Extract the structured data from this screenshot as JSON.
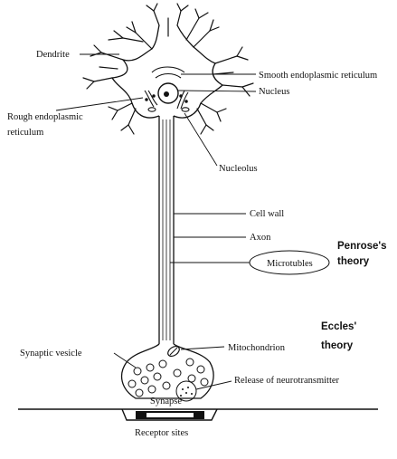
{
  "labels": {
    "dendrite": "Dendrite",
    "smooth_er": "Smooth endoplasmic reticulum",
    "nucleus": "Nucleus",
    "rough_er_line1": "Rough endoplasmic",
    "rough_er_line2": "reticulum",
    "nucleolus": "Nucleolus",
    "cell_wall": "Cell wall",
    "axon": "Axon",
    "microtubles": "Microtubles",
    "synaptic_vesicle": "Synaptic vesicle",
    "mitochondrion": "Mitochondrion",
    "release": "Release of neurotransmitter",
    "synapse": "Synapse",
    "receptor_sites": "Receptor sites"
  },
  "theories": {
    "penrose_line1": "Penrose's",
    "penrose_line2": "theory",
    "eccles_line1": "Eccles'",
    "eccles_line2": "theory"
  }
}
